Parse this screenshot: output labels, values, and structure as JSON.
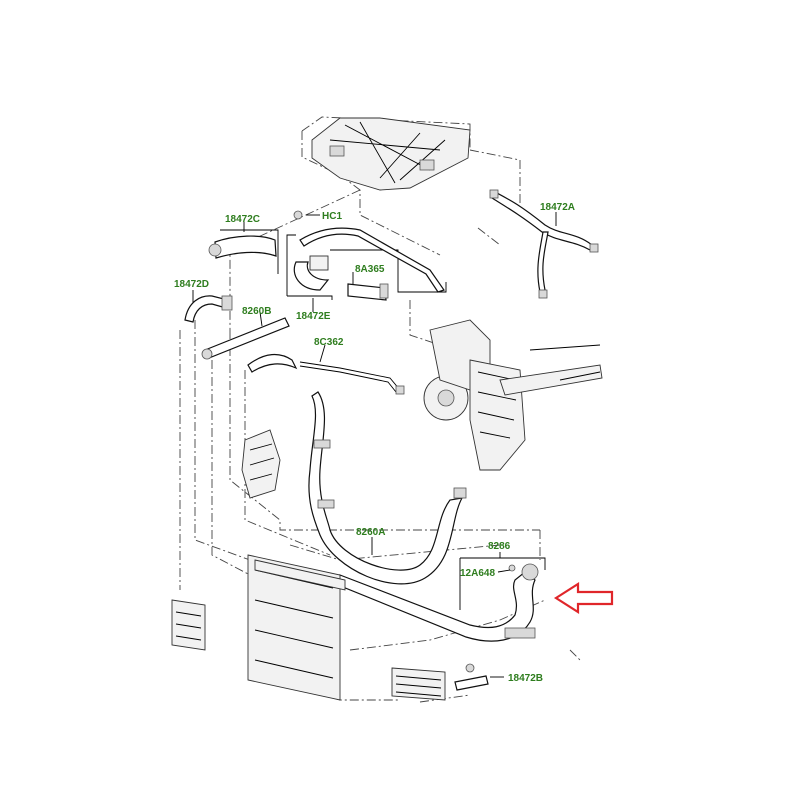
{
  "colors": {
    "label": "#2e7d1e",
    "arrow": "#e0262a",
    "line": "#000000"
  },
  "labels": {
    "p18472C": "18472C",
    "pHC1": "HC1",
    "p18472A": "18472A",
    "p8A365": "8A365",
    "p18472D": "18472D",
    "p8260B": "8260B",
    "p18472E": "18472E",
    "p8C362": "8C362",
    "p8260A": "8260A",
    "p8286": "8286",
    "p12A648": "12A648",
    "p18472B": "18472B"
  },
  "highlight": {
    "icon": "arrow-left-icon",
    "target": "8286"
  }
}
